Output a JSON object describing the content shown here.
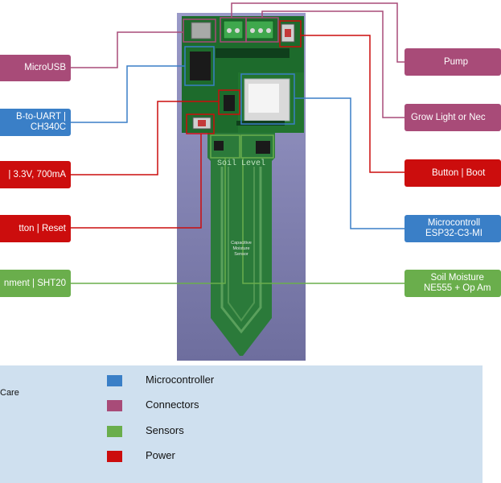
{
  "colors": {
    "microcontroller": "#3a7fc7",
    "connectors": "#a84b78",
    "sensors": "#6aae4c",
    "power": "#cc0d0d",
    "legend_bg": "#cfe0ef"
  },
  "board": {
    "silkscreen_top": "Soil Level",
    "sensor_text": [
      "Capacitive",
      "Moisture",
      "Sensor"
    ]
  },
  "labels_left": [
    {
      "text": "MicroUSB",
      "category": "connectors"
    },
    {
      "text": "B-to-UART |\nCH340C",
      "category": "microcontroller"
    },
    {
      "text": "| 3.3V, 700mA",
      "category": "power"
    },
    {
      "text": "tton | Reset",
      "category": "power"
    },
    {
      "text": "nment | SHT20",
      "category": "sensors"
    }
  ],
  "labels_right": [
    {
      "text": "Pump",
      "category": "connectors"
    },
    {
      "text": "Grow Light or Nec",
      "category": "connectors"
    },
    {
      "text": "Button | Boot",
      "category": "power"
    },
    {
      "text": "Microcontroll\nESP32-C3-MI",
      "category": "microcontroller"
    },
    {
      "text": "Soil Moisture\nNE555 + Op Am",
      "category": "sensors"
    }
  ],
  "legend": {
    "fragment": "Care",
    "items": [
      {
        "text": "Microcontroller",
        "category": "microcontroller"
      },
      {
        "text": "Connectors",
        "category": "connectors"
      },
      {
        "text": "Sensors",
        "category": "sensors"
      },
      {
        "text": "Power",
        "category": "power"
      }
    ]
  }
}
